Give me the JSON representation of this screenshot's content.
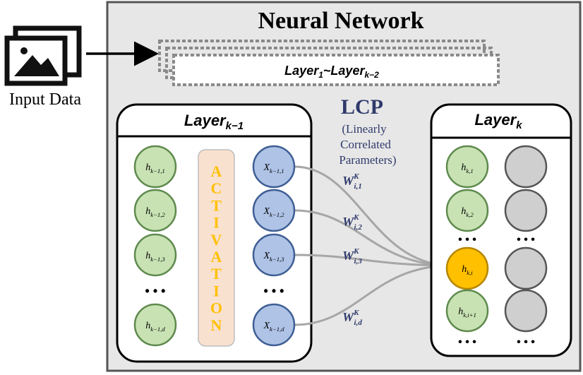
{
  "title": "Neural Network",
  "input": {
    "label": "Input Data",
    "icon": "image-stack-icon"
  },
  "hidden_layers": {
    "base": "Layer",
    "sub_start": "1",
    "tilde": "~",
    "sub_end": "k−2"
  },
  "lcp": {
    "title": "LCP",
    "line1": "(Linearly",
    "line2": "Correlated",
    "line3": "Parameters)"
  },
  "layer_prev": {
    "base": "Layer",
    "sub": "k−1",
    "activation_letters": [
      "A",
      "C",
      "T",
      "I",
      "V",
      "A",
      "T",
      "I",
      "O",
      "N"
    ],
    "h_nodes": [
      {
        "base": "h",
        "sub": "k−1,1"
      },
      {
        "base": "h",
        "sub": "k−1,2"
      },
      {
        "base": "h",
        "sub": "k−1,3"
      },
      {
        "base": "h",
        "sub": "k−1,d"
      }
    ],
    "x_nodes": [
      {
        "base": "X",
        "sub": "k−1,1"
      },
      {
        "base": "X",
        "sub": "k−1,2"
      },
      {
        "base": "X",
        "sub": "k−1,3"
      },
      {
        "base": "X",
        "sub": "k−1,d"
      }
    ],
    "ellipsis": "• • •"
  },
  "weights": [
    {
      "base": "W",
      "sup": "K",
      "sub": "i,1"
    },
    {
      "base": "W",
      "sup": "K",
      "sub": "i,2"
    },
    {
      "base": "W",
      "sup": "K",
      "sub": "i,3"
    },
    {
      "base": "W",
      "sup": "K",
      "sub": "i,d"
    }
  ],
  "layer_k": {
    "base": "Layer",
    "sub": "k",
    "nodes": [
      {
        "base": "h",
        "sub": "k,1"
      },
      {
        "base": "h",
        "sub": "k,2"
      },
      {
        "base": "h",
        "sub": "k,i"
      },
      {
        "base": "h",
        "sub": "k,i+1"
      }
    ],
    "ellipsis": "• • •"
  },
  "colors": {
    "panel_bg": "#e7e7e7",
    "panel_border": "#555555",
    "h_node": "#c8e2b3",
    "h_border": "#5f8a4e",
    "x_node": "#aec3e6",
    "x_border": "#3f5f94",
    "active_node": "#ffc000",
    "gray_node": "#cfcfcf",
    "activation_bg": "#f9e1d0",
    "activation_text": "#ffc000",
    "lcp_text": "#2f3a6b",
    "weight_text": "#2f3a6b",
    "connection": "#a6a6a6"
  }
}
